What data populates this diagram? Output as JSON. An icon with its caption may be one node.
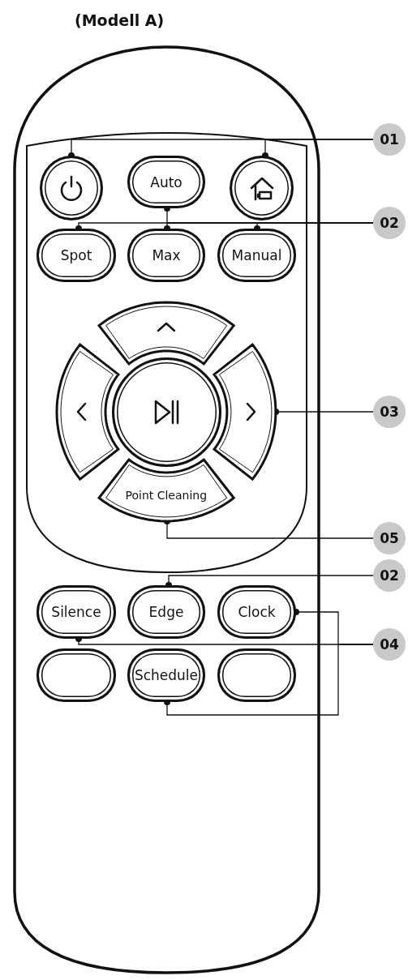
{
  "diagram": {
    "title": "(Modell A)",
    "nodes": [
      {
        "text": [],
        "shape": "circle"
      },
      {
        "text": [
          "Auto"
        ]
      },
      {
        "text": [],
        "shape": "circle"
      },
      {
        "text": [
          "01"
        ]
      },
      {
        "text": [
          "Spot"
        ]
      },
      {
        "text": [
          "Max"
        ]
      },
      {
        "text": [
          "Manual"
        ]
      },
      {
        "text": [
          "02"
        ]
      },
      {
        "text": [],
        "shape": "button"
      },
      {
        "text": [],
        "shape": "button"
      },
      {
        "text": [],
        "shape": "circle"
      },
      {
        "text": [],
        "shape": "button"
      },
      {
        "text": [
          "03"
        ]
      },
      {
        "text": [
          "Point Cleaning"
        ]
      },
      {
        "text": [
          "05"
        ]
      },
      {
        "text": [
          "02"
        ]
      },
      {
        "text": [
          "Silence"
        ]
      },
      {
        "text": [
          "Edge"
        ]
      },
      {
        "text": [
          "Clock"
        ]
      },
      {
        "text": [
          "04"
        ]
      },
      {
        "text": [],
        "shape": "button"
      },
      {
        "text": [
          "Schedule"
        ]
      },
      {
        "text": [],
        "shape": "button"
      }
    ],
    "edges": [
      {
        "from": 3,
        "to": 0,
        "arrow": "other"
      },
      {
        "from": 3,
        "to": 2,
        "arrow": "other"
      },
      {
        "from": 7,
        "to": 4,
        "arrow": "other"
      },
      {
        "from": 7,
        "to": 1,
        "arrow": "other"
      },
      {
        "from": 7,
        "to": 5,
        "arrow": "other"
      },
      {
        "from": 7,
        "to": 6,
        "arrow": "other"
      },
      {
        "from": 12,
        "to": 11,
        "arrow": "other"
      },
      {
        "from": 14,
        "to": 13,
        "arrow": "other"
      },
      {
        "from": 15,
        "to": 17,
        "arrow": "other"
      },
      {
        "from": 19,
        "to": 16,
        "arrow": "other"
      },
      {
        "from": 19,
        "to": 18,
        "arrow": "other"
      },
      {
        "from": 19,
        "to": 21,
        "arrow": "other"
      }
    ]
  }
}
